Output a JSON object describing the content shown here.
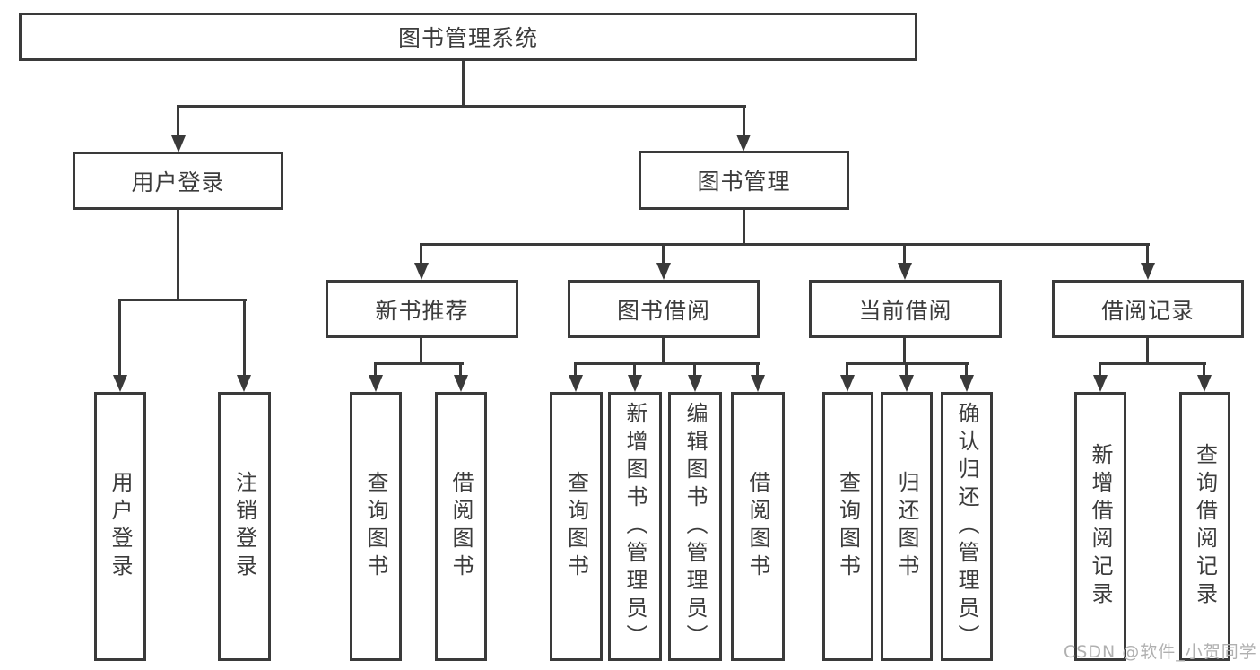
{
  "diagram_type": "hierarchy-chart",
  "colors": {
    "background": "#ffffff",
    "line": "#3a3a3a",
    "node_border": "#3a3a3a",
    "node_fill": "#ffffff",
    "text": "#3c3c3c",
    "watermark": "#b0b0b0"
  },
  "tree": {
    "label": "图书管理系统",
    "children": [
      {
        "label": "用户登录",
        "children": [
          {
            "label": "用户登录"
          },
          {
            "label": "注销登录"
          }
        ]
      },
      {
        "label": "图书管理",
        "children": [
          {
            "label": "新书推荐",
            "children": [
              {
                "label": "查询图书"
              },
              {
                "label": "借阅图书"
              }
            ]
          },
          {
            "label": "图书借阅",
            "children": [
              {
                "label": "查询图书"
              },
              {
                "label": "新增图书（管理员）"
              },
              {
                "label": "编辑图书（管理员）"
              },
              {
                "label": "借阅图书"
              }
            ]
          },
          {
            "label": "当前借阅",
            "children": [
              {
                "label": "查询图书"
              },
              {
                "label": "归还图书"
              },
              {
                "label": "确认归还（管理员）"
              }
            ]
          },
          {
            "label": "借阅记录",
            "children": [
              {
                "label": "新增借阅记录"
              },
              {
                "label": "查询借阅记录"
              }
            ]
          }
        ]
      }
    ]
  },
  "watermark": {
    "text": "CSDN @软件_小贺同学"
  }
}
